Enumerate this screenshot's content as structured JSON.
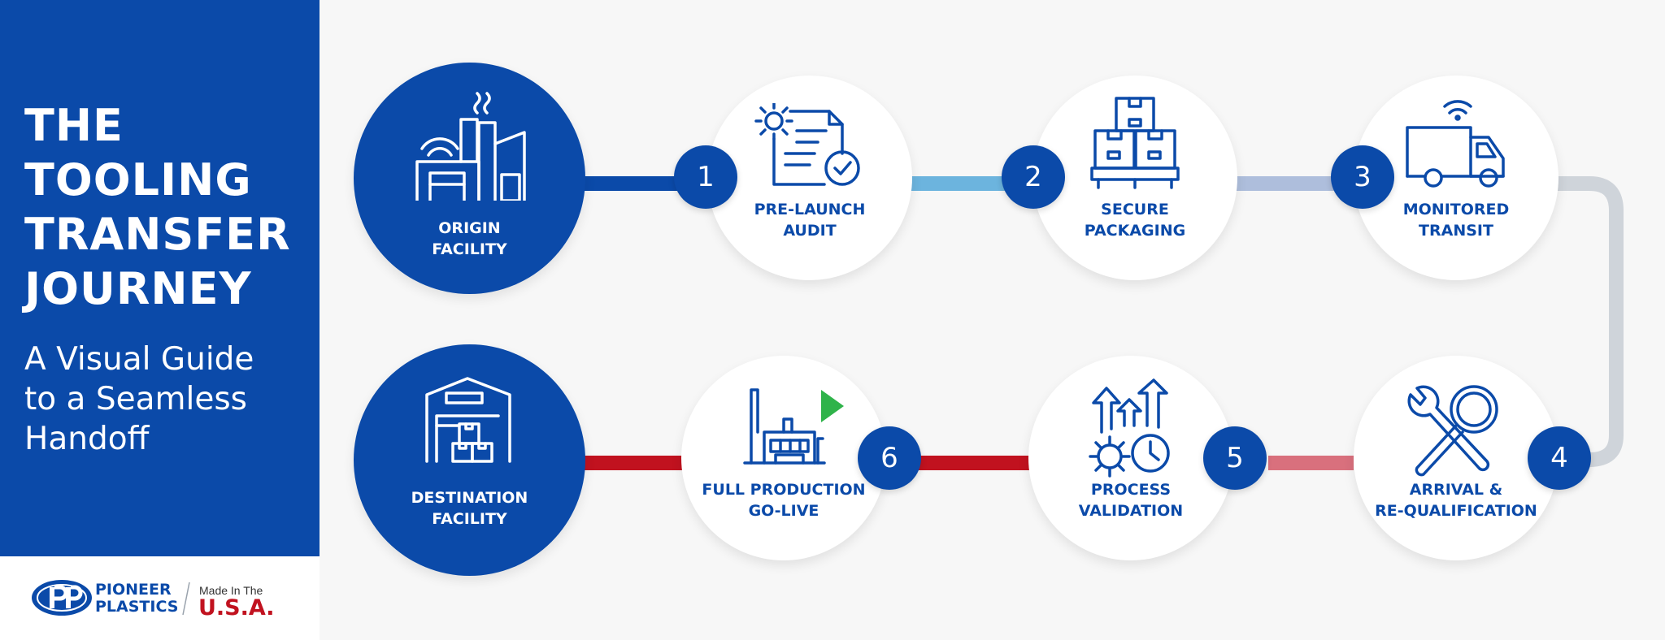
{
  "sidebar": {
    "title_lines": [
      "THE",
      "TOOLING",
      "TRANSFER",
      "JOURNEY"
    ],
    "subtitle_lines": [
      "A Visual Guide",
      "to a Seamless",
      "Handoff"
    ]
  },
  "footer": {
    "brand_line1": "PIONEER",
    "brand_line2": "PLASTICS",
    "made_in": "Made In The",
    "country": "U.S.A."
  },
  "origin": {
    "label": [
      "ORIGIN",
      "FACILITY"
    ],
    "icon": "factory-icon"
  },
  "destination": {
    "label": [
      "DESTINATION",
      "FACILITY"
    ],
    "icon": "warehouse-icon"
  },
  "steps": [
    {
      "number": "1",
      "label": [
        "PRE-LAUNCH",
        "AUDIT"
      ],
      "icon": "audit-checklist-icon"
    },
    {
      "number": "2",
      "label": [
        "SECURE",
        "PACKAGING"
      ],
      "icon": "boxes-on-pallet-icon"
    },
    {
      "number": "3",
      "label": [
        "MONITORED",
        "TRANSIT"
      ],
      "icon": "truck-icon"
    },
    {
      "number": "4",
      "label": [
        "ARRIVAL &",
        "RE-QUALIFICATION"
      ],
      "icon": "wrench-magnifier-icon"
    },
    {
      "number": "5",
      "label": [
        "PROCESS",
        "VALIDATION"
      ],
      "icon": "gear-arrows-clock-icon"
    },
    {
      "number": "6",
      "label": [
        "FULL PRODUCTION",
        "GO-LIVE"
      ],
      "icon": "factory-play-icon"
    }
  ],
  "colors": {
    "primary_blue": "#0b4aa9",
    "light_blue": "#6cb4de",
    "pale_blue": "#aebedc",
    "grey": "#cfd4da",
    "pink": "#d9707d",
    "red": "#c1121f",
    "green": "#2fb34a"
  }
}
